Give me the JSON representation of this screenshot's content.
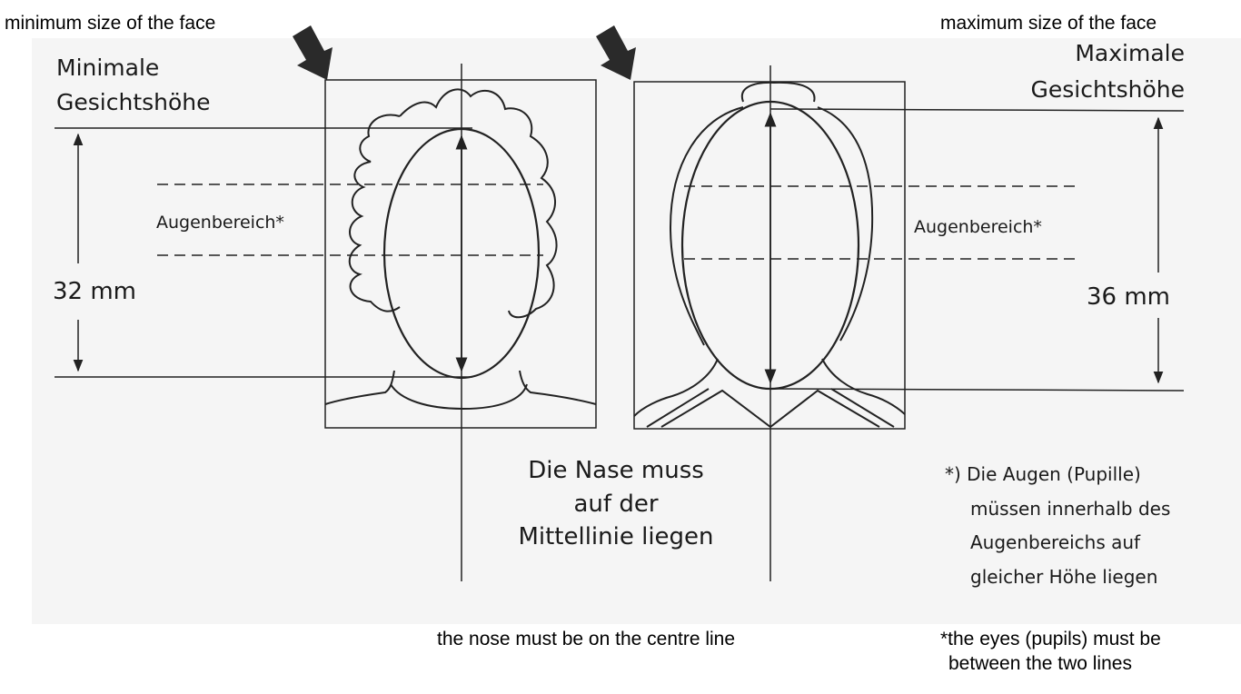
{
  "captions_en": {
    "min_face": "minimum size of the face",
    "max_face": "maximum size of the face",
    "nose": "the nose must be on the centre line",
    "eyes_line1": "*the eyes (pupils) must be",
    "eyes_line2": "between the two lines"
  },
  "diagram_de": {
    "min_label_line1": "Minimale",
    "min_label_line2": "Gesichtshöhe",
    "max_label_line1": "Maximale",
    "max_label_line2": "Gesichtshöhe",
    "eye_zone_left": "Augenbereich*",
    "eye_zone_right": "Augenbereich*",
    "min_height": "32 mm",
    "max_height": "36 mm",
    "nose_line1": "Die Nase muss",
    "nose_line2": "auf der",
    "nose_line3": "Mittellinie liegen",
    "note_line1": "*) Die Augen (Pupille)",
    "note_line2": "müssen innerhalb des",
    "note_line3": "Augenbereichs auf",
    "note_line4": "gleicher Höhe liegen"
  }
}
